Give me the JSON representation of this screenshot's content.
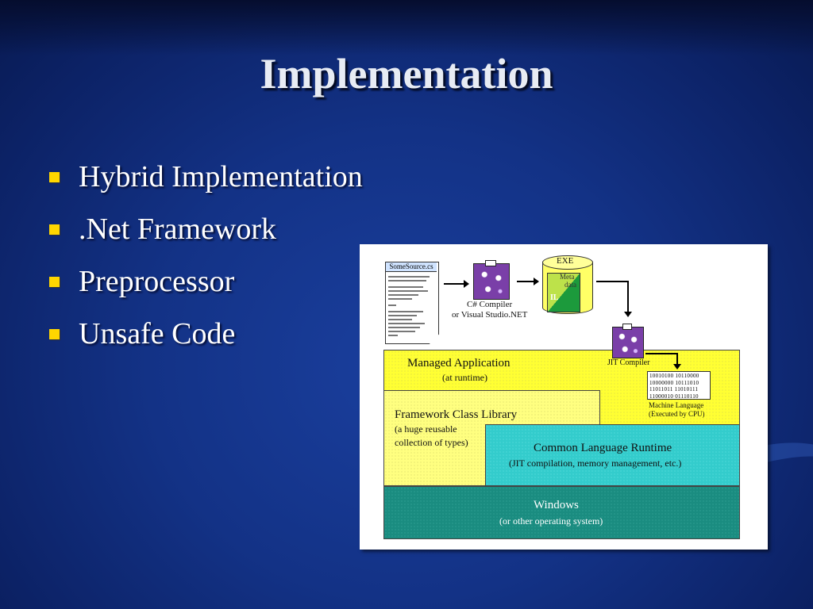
{
  "slide": {
    "title": "Implementation",
    "bullets": [
      "Hybrid Implementation",
      ".Net Framework",
      "Preprocessor",
      "Unsafe Code"
    ]
  },
  "diagram": {
    "source_file": "SomeSource.cs",
    "csharp_compiler_line1": "C# Compiler",
    "csharp_compiler_line2": "or Visual Studio.NET",
    "exe_label": "EXE",
    "exe_meta_line1": "Meta",
    "exe_meta_line2": "data",
    "exe_il": "IL",
    "jit_compiler": "JIT Compiler",
    "machine_code_rows": [
      "10010100 10110000",
      "10000000 10111010",
      "11011011 11010111",
      "11000010 01110110"
    ],
    "machine_language_line1": "Machine Language",
    "machine_language_line2": "(Executed by CPU)",
    "managed_app_line1": "Managed Application",
    "managed_app_line2": "(at runtime)",
    "fcl_line1": "Framework Class Library",
    "fcl_line2": "(a huge reusable",
    "fcl_line3": "collection of types)",
    "clr_line1": "Common Language Runtime",
    "clr_line2": "(JIT compilation, memory management, etc.)",
    "windows_line1": "Windows",
    "windows_line2": "(or other operating system)"
  },
  "colors": {
    "bullet_marker": "#ffd600",
    "managed_app": "#ffff33",
    "class_library": "#ffff80",
    "clr": "#33cccc",
    "windows": "#1a8c80"
  }
}
